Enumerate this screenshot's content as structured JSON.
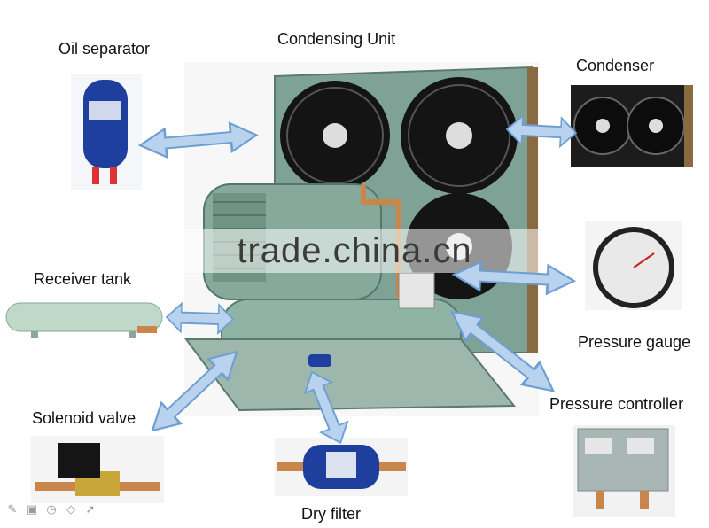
{
  "title": "Condensing Unit",
  "components": {
    "oil_separator": "Oil separator",
    "condenser": "Condenser",
    "receiver_tank": "Receiver tank",
    "pressure_gauge": "Pressure gauge",
    "pressure_controller": "Pressure controller",
    "solenoid_valve": "Solenoid valve",
    "dry_filter": "Dry filter"
  },
  "watermark": "trade.china.cn",
  "colors": {
    "arrow_fill": "#b9d3ee",
    "arrow_stroke": "#6f9fd2",
    "unit_body": "#86a99c",
    "fan_black": "#111111",
    "oil_separator_blue": "#1f3f9e",
    "receiver_green": "#bfd8c8"
  },
  "toolbar_icons": [
    "pencil-icon",
    "image-icon",
    "clock-icon",
    "tag-icon",
    "cursor-icon"
  ]
}
